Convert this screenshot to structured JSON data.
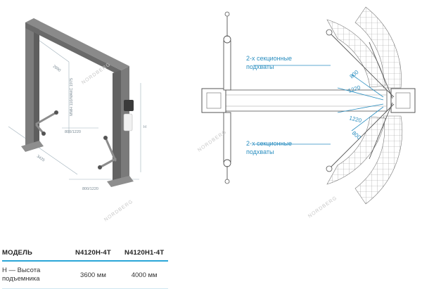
{
  "drawing": {
    "iso_dims": {
      "d_top": "2890",
      "d_height_inner": "ММН 110/МАКС 1975",
      "d_arm_right": "800/1220",
      "d_width": "3425",
      "d_arm_bottom": "800/1220",
      "d_total_h": "H"
    },
    "plan_labels": {
      "upper": "2-х секционные\nподхваты",
      "upper_line1": "2-х секционные",
      "upper_line2": "подхваты",
      "lower_line1": "2-х секционные",
      "lower_line2": "подхваты",
      "r800_top": "800",
      "r1220_top": "1220",
      "r1220_bottom": "1220",
      "r800_bottom": "800"
    },
    "watermarks": {
      "w1": "NORDBERG",
      "w2": "NORDBERG",
      "w3": "NORDBERG",
      "w4": "NORDBERG"
    }
  },
  "specs": {
    "header": {
      "col1": "МОДЕЛЬ",
      "col2": "N4120H-4T",
      "col3": "N4120H1-4T"
    },
    "row": {
      "label_line1": "H — Высота",
      "label_line2": "подъемника",
      "val1": "3600 мм",
      "val2": "4000 мм"
    }
  },
  "colors": {
    "accent": "#2aa6d8",
    "label_blue": "#2a8ec0",
    "frame_gray": "#6b6b6b"
  }
}
